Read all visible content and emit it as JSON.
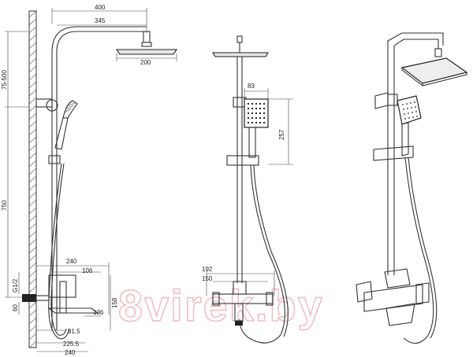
{
  "dimensions": {
    "top_width_400": "400",
    "arm_345": "345",
    "head_200": "200",
    "height_75_500": "75-500",
    "height_750": "750",
    "thread_g12": "G1/2",
    "offset_60": "60",
    "mixer_240_top": "240",
    "mixer_106": "106",
    "mixer_136": "136",
    "mixer_158": "158",
    "mixer_91_5": "91.5",
    "mixer_225_5": "225.5",
    "mixer_240_bottom": "240",
    "hand_83": "83",
    "hand_257": "257",
    "front_192": "192",
    "front_150": "150"
  },
  "watermark": "8virek.by"
}
